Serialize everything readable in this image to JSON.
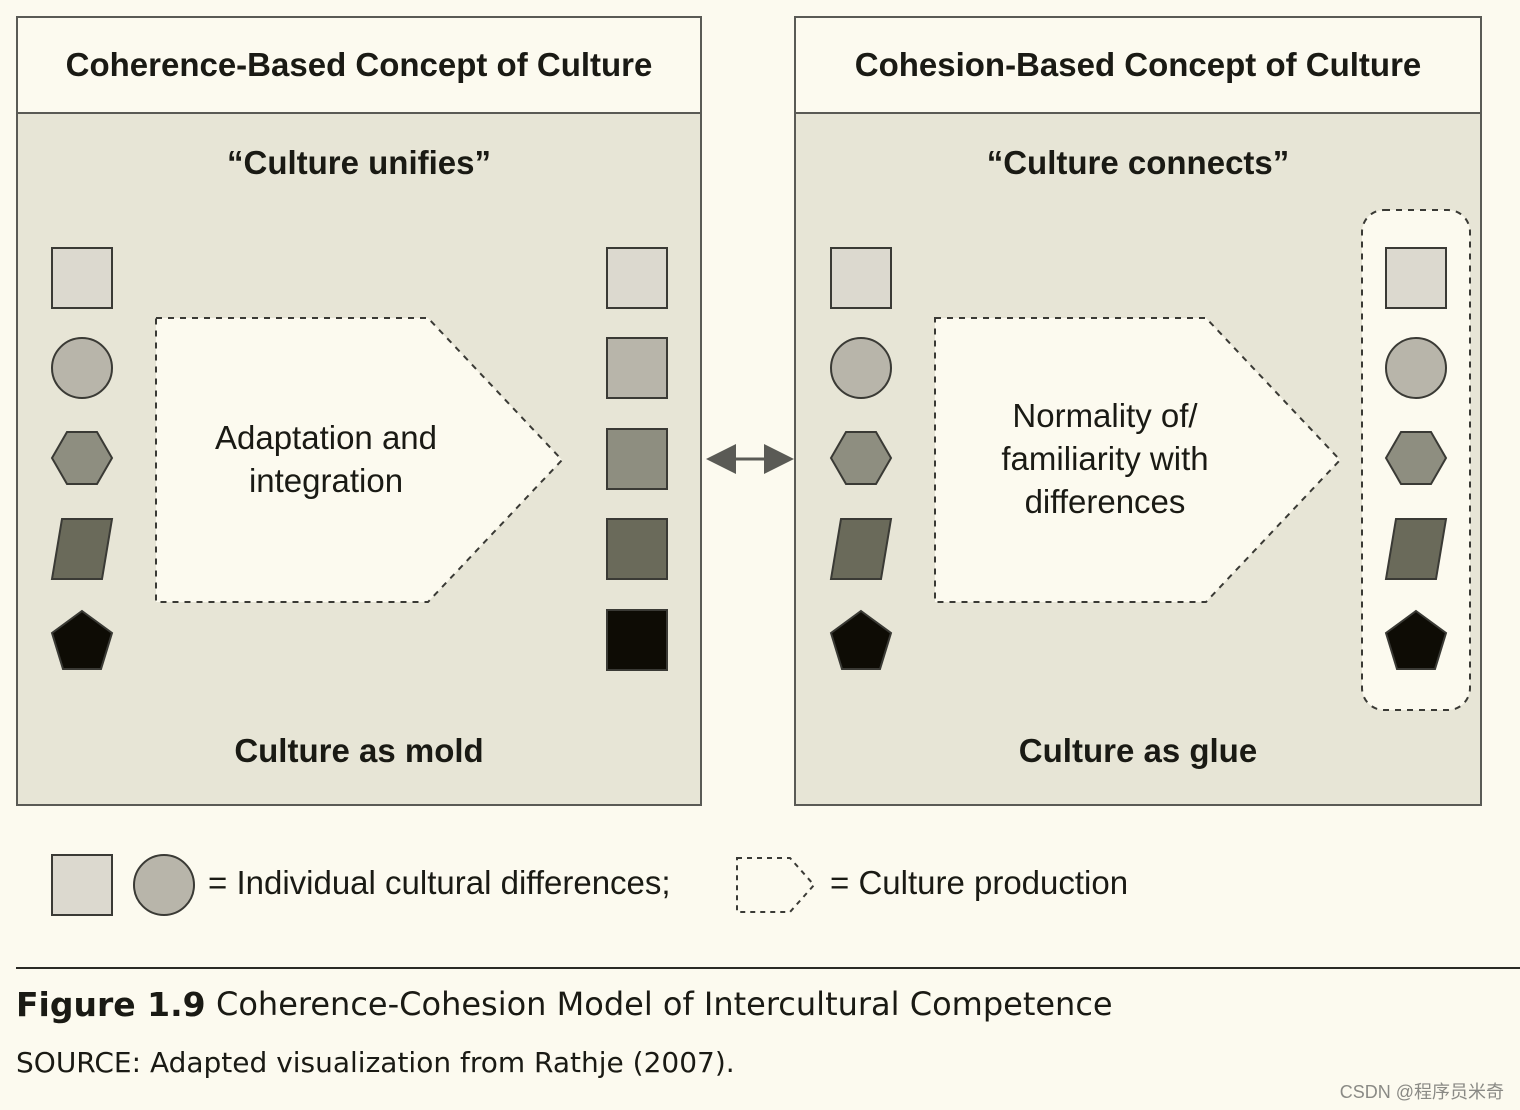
{
  "left_panel": {
    "header": "Coherence-Based Concept of Culture",
    "quote": "“Culture unifies”",
    "arrow_text_line1": "Adaptation and",
    "arrow_text_line2": "integration",
    "caption": "Culture as mold"
  },
  "right_panel": {
    "header": "Cohesion-Based Concept of Culture",
    "quote": "“Culture connects”",
    "arrow_text_line1": "Normality of/",
    "arrow_text_line2": "familiarity with",
    "arrow_text_line3": "differences",
    "caption": "Culture as glue"
  },
  "legend": {
    "shapes_text": "= Individual cultural differences;",
    "production_text": "= Culture production"
  },
  "figure": {
    "label": "Figure 1.9",
    "title": "Coherence-Cohesion Model of Intercultural Competence",
    "source": "SOURCE: Adapted visualization from Rathje (2007)."
  },
  "watermark": "CSDN @程序员米奇",
  "colors": {
    "page_bg": "#fcfaef",
    "panel_bg": "#e7e5d6",
    "light_fill": "#dcd9cf",
    "mid_light_fill": "#b8b5aa",
    "mid_fill": "#8e8e80",
    "dark_fill": "#6a6a5a",
    "black_fill": "#0e0c05"
  }
}
